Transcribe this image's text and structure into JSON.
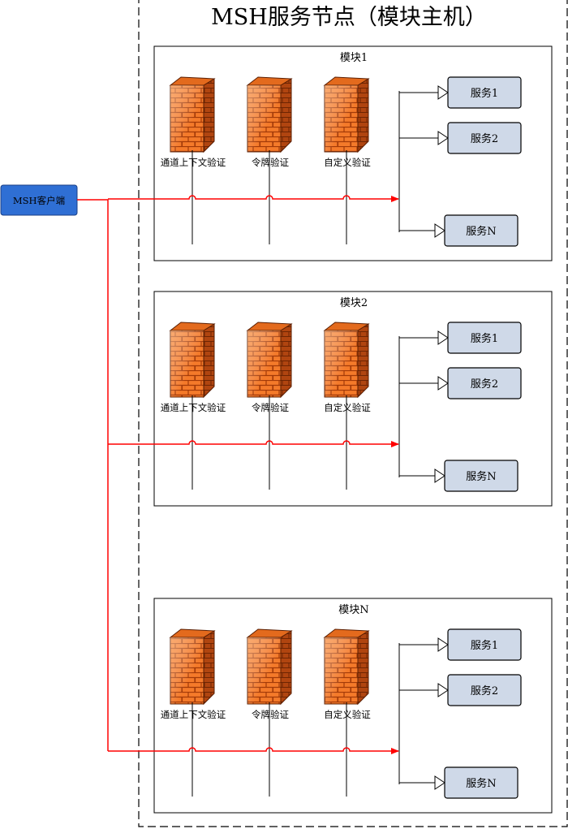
{
  "node_title": "MSH服务节点（模块主机）",
  "client_label": "MSH客户端",
  "modules": [
    {
      "title": "模块1",
      "filters": [
        "通道上下文验证",
        "令牌验证",
        "自定义验证"
      ],
      "services": [
        "服务1",
        "服务2",
        "服务N"
      ]
    },
    {
      "title": "模块2",
      "filters": [
        "通道上下文验证",
        "令牌验证",
        "自定义验证"
      ],
      "services": [
        "服务1",
        "服务2",
        "服务N"
      ]
    },
    {
      "title": "模块N",
      "filters": [
        "通道上下文验证",
        "令牌验证",
        "自定义验证"
      ],
      "services": [
        "服务1",
        "服务2",
        "服务N"
      ]
    }
  ],
  "colors": {
    "request_line": "#ff0000",
    "client_fill": "#2f6fd4",
    "service_fill": "#cfd9e8",
    "firewall_front": "#f07a28",
    "firewall_dark": "#9c3406"
  },
  "icons": {
    "filter": "firewall-icon"
  }
}
